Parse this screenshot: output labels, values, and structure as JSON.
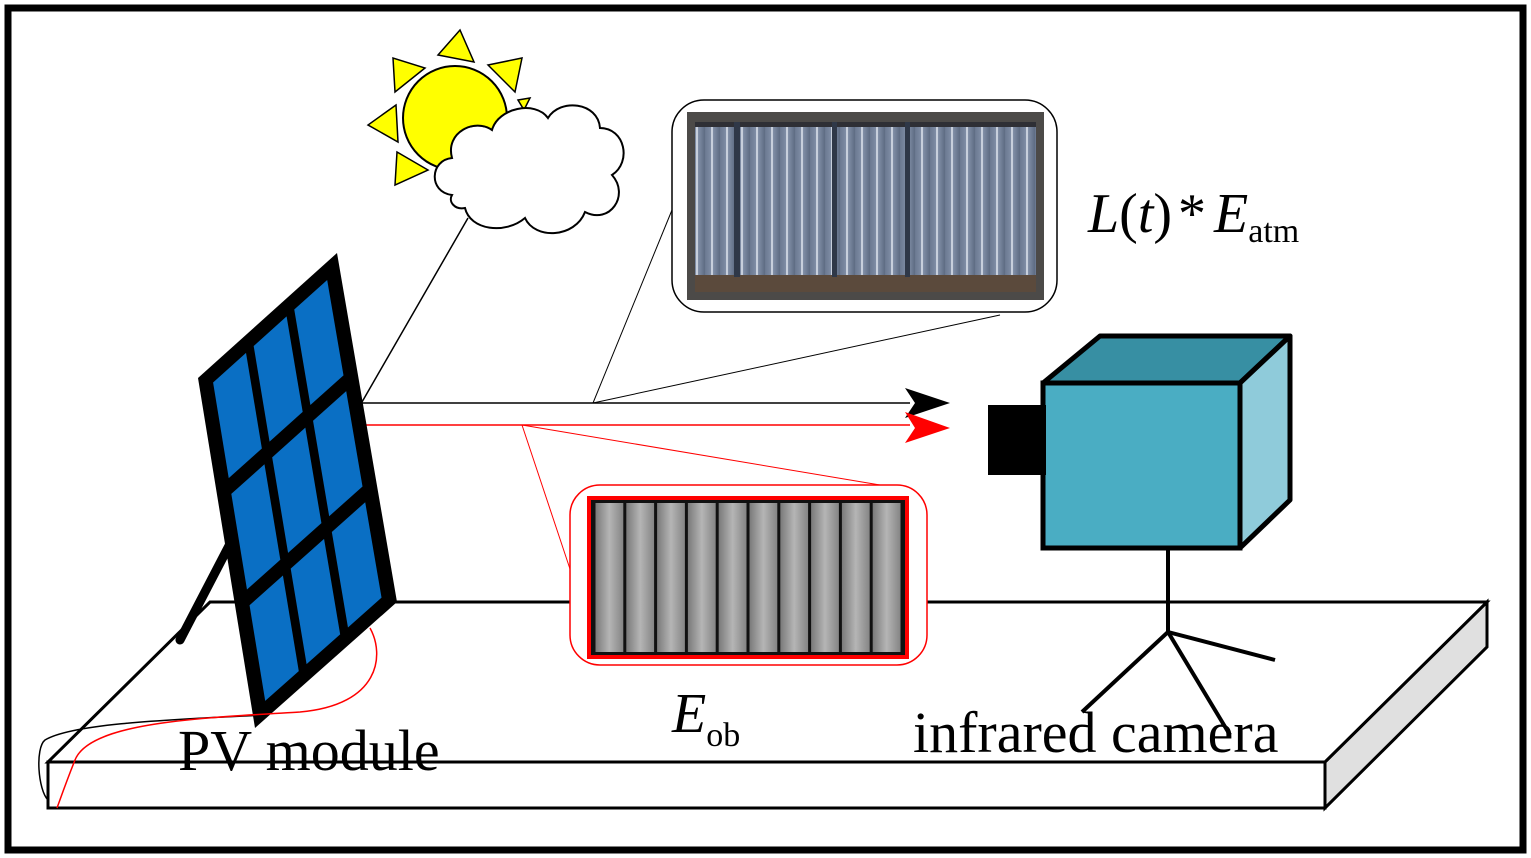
{
  "labels": {
    "pv_module": "PV module",
    "infrared_camera": "infrared camera",
    "reflected_formula": {
      "L": "L",
      "open": "(",
      "t": "t",
      "close": ")",
      "star": "*",
      "E": "E",
      "sub": "atm"
    },
    "emitted_formula": {
      "E": "E",
      "sub": "ob"
    }
  },
  "colors": {
    "panel_cell": "#0a6fc4",
    "camera_front": "#4aadc3",
    "camera_top": "#378fa3",
    "camera_side": "#8fcbda",
    "sun": "#ffff00",
    "emitted_path": "#ff0000",
    "reflected_path": "#000000"
  }
}
